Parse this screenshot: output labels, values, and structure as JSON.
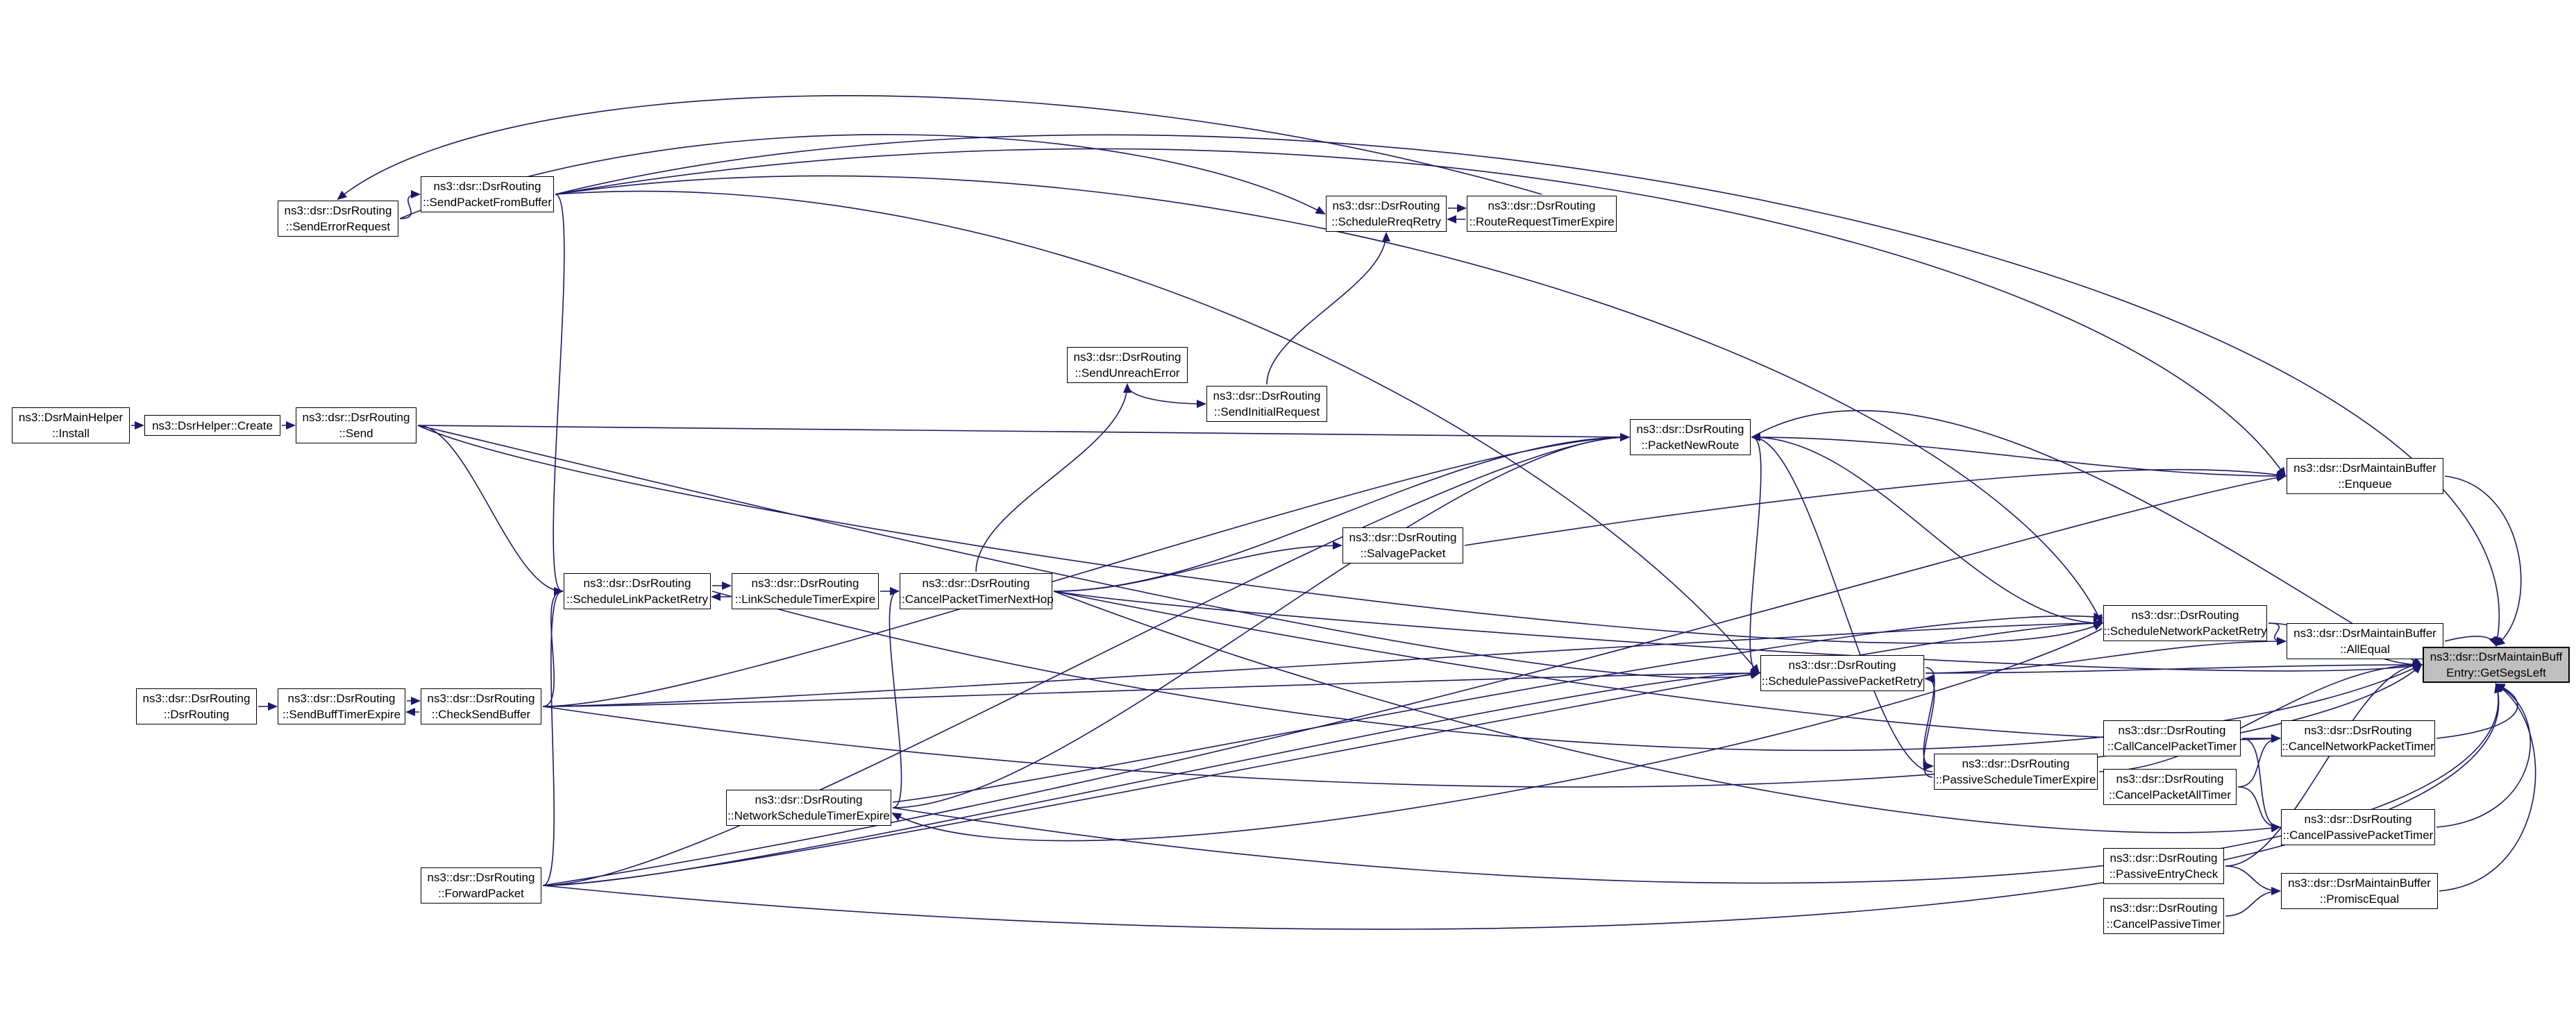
{
  "diagram": {
    "type": "doxygen-caller-graph",
    "highlight_node": "get-segs-left",
    "colors": {
      "edge": "#191970",
      "node_border": "#000000",
      "node_fill": "#ffffff",
      "highlight_fill": "#bfbfbf",
      "background": "#ffffff"
    },
    "nodes": [
      {
        "id": "install",
        "label_lines": [
          "ns3::DsrMainHelper",
          "::Install"
        ]
      },
      {
        "id": "create",
        "label_lines": [
          "ns3::DsrHelper::Create"
        ]
      },
      {
        "id": "send",
        "label_lines": [
          "ns3::dsr::DsrRouting",
          "::Send"
        ]
      },
      {
        "id": "send-error-request",
        "label_lines": [
          "ns3::dsr::DsrRouting",
          "::SendErrorRequest"
        ]
      },
      {
        "id": "send-packet-from-buffer",
        "label_lines": [
          "ns3::dsr::DsrRouting",
          "::SendPacketFromBuffer"
        ]
      },
      {
        "id": "schedule-rreq-retry",
        "label_lines": [
          "ns3::dsr::DsrRouting",
          "::ScheduleRreqRetry"
        ]
      },
      {
        "id": "route-request-timer-expire",
        "label_lines": [
          "ns3::dsr::DsrRouting",
          "::RouteRequestTimerExpire"
        ]
      },
      {
        "id": "send-unreach-error",
        "label_lines": [
          "ns3::dsr::DsrRouting",
          "::SendUnreachError"
        ]
      },
      {
        "id": "send-initial-request",
        "label_lines": [
          "ns3::dsr::DsrRouting",
          "::SendInitialRequest"
        ]
      },
      {
        "id": "packet-new-route",
        "label_lines": [
          "ns3::dsr::DsrRouting",
          "::PacketNewRoute"
        ]
      },
      {
        "id": "maintain-enqueue",
        "label_lines": [
          "ns3::dsr::DsrMaintainBuffer",
          "::Enqueue"
        ]
      },
      {
        "id": "salvage-packet",
        "label_lines": [
          "ns3::dsr::DsrRouting",
          "::SalvagePacket"
        ]
      },
      {
        "id": "schedule-link-packet-retry",
        "label_lines": [
          "ns3::dsr::DsrRouting",
          "::ScheduleLinkPacketRetry"
        ]
      },
      {
        "id": "link-schedule-timer-expire",
        "label_lines": [
          "ns3::dsr::DsrRouting",
          "::LinkScheduleTimerExpire"
        ]
      },
      {
        "id": "cancel-packet-timer-next-hop",
        "label_lines": [
          "ns3::dsr::DsrRouting",
          "::CancelPacketTimerNextHop"
        ]
      },
      {
        "id": "schedule-network-packet-retry",
        "label_lines": [
          "ns3::dsr::DsrRouting",
          "::ScheduleNetworkPacketRetry"
        ]
      },
      {
        "id": "all-equal",
        "label_lines": [
          "ns3::dsr::DsrMaintainBuffer",
          "::AllEqual"
        ]
      },
      {
        "id": "get-segs-left",
        "label_lines": [
          "ns3::dsr::DsrMaintainBuff",
          "Entry::GetSegsLeft"
        ]
      },
      {
        "id": "schedule-passive-packet-retry",
        "label_lines": [
          "ns3::dsr::DsrRouting",
          "::SchedulePassivePacketRetry"
        ]
      },
      {
        "id": "dsr-routing-ctor",
        "label_lines": [
          "ns3::dsr::DsrRouting",
          "::DsrRouting"
        ]
      },
      {
        "id": "send-buff-timer-expire",
        "label_lines": [
          "ns3::dsr::DsrRouting",
          "::SendBuffTimerExpire"
        ]
      },
      {
        "id": "check-send-buffer",
        "label_lines": [
          "ns3::dsr::DsrRouting",
          "::CheckSendBuffer"
        ]
      },
      {
        "id": "call-cancel-packet-timer",
        "label_lines": [
          "ns3::dsr::DsrRouting",
          "::CallCancelPacketTimer"
        ]
      },
      {
        "id": "cancel-network-packet-timer",
        "label_lines": [
          "ns3::dsr::DsrRouting",
          "::CancelNetworkPacketTimer"
        ]
      },
      {
        "id": "passive-schedule-timer-expire",
        "label_lines": [
          "ns3::dsr::DsrRouting",
          "::PassiveScheduleTimerExpire"
        ]
      },
      {
        "id": "cancel-packet-all-timer",
        "label_lines": [
          "ns3::dsr::DsrRouting",
          "::CancelPacketAllTimer"
        ]
      },
      {
        "id": "network-schedule-timer-expire",
        "label_lines": [
          "ns3::dsr::DsrRouting",
          "::NetworkScheduleTimerExpire"
        ]
      },
      {
        "id": "cancel-passive-packet-timer",
        "label_lines": [
          "ns3::dsr::DsrRouting",
          "::CancelPassivePacketTimer"
        ]
      },
      {
        "id": "passive-entry-check",
        "label_lines": [
          "ns3::dsr::DsrRouting",
          "::PassiveEntryCheck"
        ]
      },
      {
        "id": "forward-packet",
        "label_lines": [
          "ns3::dsr::DsrRouting",
          "::ForwardPacket"
        ]
      },
      {
        "id": "promisc-equal",
        "label_lines": [
          "ns3::dsr::DsrMaintainBuffer",
          "::PromiscEqual"
        ]
      },
      {
        "id": "cancel-passive-timer",
        "label_lines": [
          "ns3::dsr::DsrRouting",
          "::CancelPassiveTimer"
        ]
      }
    ],
    "edges": [
      {
        "from": "install",
        "to": "create"
      },
      {
        "from": "create",
        "to": "send"
      },
      {
        "from": "send",
        "to": "packet-new-route"
      },
      {
        "from": "send",
        "to": "schedule-link-packet-retry"
      },
      {
        "from": "send",
        "to": "schedule-network-packet-retry"
      },
      {
        "from": "send",
        "to": "schedule-passive-packet-retry"
      },
      {
        "from": "send-error-request",
        "to": "send-packet-from-buffer"
      },
      {
        "from": "send-error-request",
        "to": "schedule-rreq-retry"
      },
      {
        "from": "schedule-rreq-retry",
        "to": "route-request-timer-expire"
      },
      {
        "from": "route-request-timer-expire",
        "to": "schedule-rreq-retry"
      },
      {
        "from": "route-request-timer-expire",
        "to": "send-error-request"
      },
      {
        "from": "send-initial-request",
        "to": "schedule-rreq-retry"
      },
      {
        "from": "send-unreach-error",
        "to": "send-initial-request"
      },
      {
        "from": "send-packet-from-buffer",
        "to": "schedule-link-packet-retry"
      },
      {
        "from": "send-packet-from-buffer",
        "to": "schedule-network-packet-retry"
      },
      {
        "from": "send-packet-from-buffer",
        "to": "schedule-passive-packet-retry"
      },
      {
        "from": "send-packet-from-buffer",
        "to": "maintain-enqueue"
      },
      {
        "from": "send-packet-from-buffer",
        "to": "get-segs-left"
      },
      {
        "from": "packet-new-route",
        "to": "maintain-enqueue"
      },
      {
        "from": "packet-new-route",
        "to": "schedule-network-packet-retry"
      },
      {
        "from": "packet-new-route",
        "to": "schedule-passive-packet-retry"
      },
      {
        "from": "packet-new-route",
        "to": "get-segs-left"
      },
      {
        "from": "salvage-packet",
        "to": "maintain-enqueue"
      },
      {
        "from": "cancel-packet-timer-next-hop",
        "to": "salvage-packet"
      },
      {
        "from": "schedule-link-packet-retry",
        "to": "link-schedule-timer-expire"
      },
      {
        "from": "link-schedule-timer-expire",
        "to": "schedule-link-packet-retry"
      },
      {
        "from": "link-schedule-timer-expire",
        "to": "cancel-packet-timer-next-hop"
      },
      {
        "from": "cancel-packet-timer-next-hop",
        "to": "send-unreach-error"
      },
      {
        "from": "cancel-packet-timer-next-hop",
        "to": "packet-new-route"
      },
      {
        "from": "cancel-packet-timer-next-hop",
        "to": "cancel-network-packet-timer"
      },
      {
        "from": "cancel-packet-timer-next-hop",
        "to": "cancel-passive-packet-timer"
      },
      {
        "from": "cancel-packet-timer-next-hop",
        "to": "get-segs-left"
      },
      {
        "from": "schedule-link-packet-retry",
        "to": "get-segs-left"
      },
      {
        "from": "schedule-network-packet-retry",
        "to": "network-schedule-timer-expire"
      },
      {
        "from": "network-schedule-timer-expire",
        "to": "schedule-network-packet-retry"
      },
      {
        "from": "network-schedule-timer-expire",
        "to": "packet-new-route"
      },
      {
        "from": "network-schedule-timer-expire",
        "to": "cancel-packet-timer-next-hop"
      },
      {
        "from": "network-schedule-timer-expire",
        "to": "get-segs-left"
      },
      {
        "from": "schedule-passive-packet-retry",
        "to": "passive-schedule-timer-expire"
      },
      {
        "from": "passive-schedule-timer-expire",
        "to": "schedule-passive-packet-retry"
      },
      {
        "from": "passive-schedule-timer-expire",
        "to": "packet-new-route"
      },
      {
        "from": "passive-schedule-timer-expire",
        "to": "get-segs-left"
      },
      {
        "from": "schedule-network-packet-retry",
        "to": "all-equal"
      },
      {
        "from": "schedule-passive-packet-retry",
        "to": "all-equal"
      },
      {
        "from": "schedule-network-packet-retry",
        "to": "get-segs-left"
      },
      {
        "from": "schedule-passive-packet-retry",
        "to": "get-segs-left"
      },
      {
        "from": "all-equal",
        "to": "get-segs-left"
      },
      {
        "from": "maintain-enqueue",
        "to": "get-segs-left"
      },
      {
        "from": "call-cancel-packet-timer",
        "to": "cancel-network-packet-timer"
      },
      {
        "from": "call-cancel-packet-timer",
        "to": "cancel-passive-packet-timer"
      },
      {
        "from": "cancel-packet-all-timer",
        "to": "cancel-network-packet-timer"
      },
      {
        "from": "cancel-packet-all-timer",
        "to": "cancel-passive-packet-timer"
      },
      {
        "from": "cancel-network-packet-timer",
        "to": "get-segs-left"
      },
      {
        "from": "cancel-passive-packet-timer",
        "to": "get-segs-left"
      },
      {
        "from": "passive-entry-check",
        "to": "promisc-equal"
      },
      {
        "from": "passive-entry-check",
        "to": "get-segs-left"
      },
      {
        "from": "cancel-passive-timer",
        "to": "promisc-equal"
      },
      {
        "from": "promisc-equal",
        "to": "get-segs-left"
      },
      {
        "from": "dsr-routing-ctor",
        "to": "send-buff-timer-expire"
      },
      {
        "from": "send-buff-timer-expire",
        "to": "check-send-buffer"
      },
      {
        "from": "check-send-buffer",
        "to": "send-buff-timer-expire"
      },
      {
        "from": "check-send-buffer",
        "to": "schedule-link-packet-retry"
      },
      {
        "from": "check-send-buffer",
        "to": "schedule-network-packet-retry"
      },
      {
        "from": "check-send-buffer",
        "to": "schedule-passive-packet-retry"
      },
      {
        "from": "check-send-buffer",
        "to": "packet-new-route"
      },
      {
        "from": "check-send-buffer",
        "to": "get-segs-left"
      },
      {
        "from": "forward-packet",
        "to": "schedule-link-packet-retry"
      },
      {
        "from": "forward-packet",
        "to": "schedule-network-packet-retry"
      },
      {
        "from": "forward-packet",
        "to": "schedule-passive-packet-retry"
      },
      {
        "from": "forward-packet",
        "to": "packet-new-route"
      },
      {
        "from": "forward-packet",
        "to": "maintain-enqueue"
      },
      {
        "from": "forward-packet",
        "to": "get-segs-left"
      }
    ]
  }
}
